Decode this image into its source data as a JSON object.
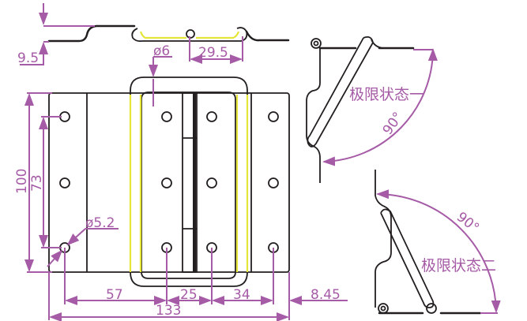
{
  "dimensions": {
    "d_9_5": "9.5",
    "d_phi6": "ø6",
    "d_29_5": "29.5",
    "d_100": "100",
    "d_73": "73",
    "d_phi5_2": "ø5.2",
    "d_57": "57",
    "d_25": "25",
    "d_34": "34",
    "d_8_45": "8.45",
    "d_133": "133"
  },
  "states": [
    {
      "label": "极限状态一",
      "angle": "90°"
    },
    {
      "label": "极限状态二",
      "angle": "90°"
    }
  ],
  "colors": {
    "line": "#231f20",
    "dimension": "#a55ba5",
    "highlight": "#e6e63a"
  }
}
